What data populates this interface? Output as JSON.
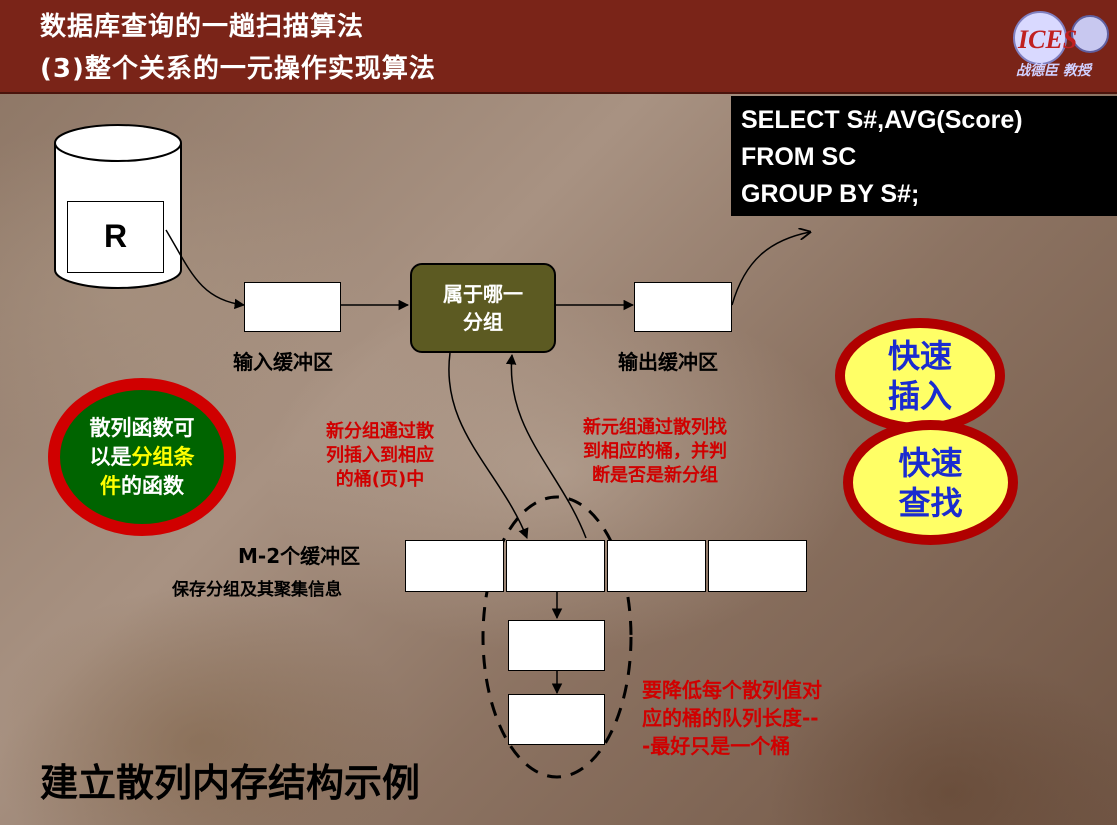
{
  "header": {
    "title_line1": "数据库查询的一趟扫描算法",
    "title_line2": "(3)整个关系的一元操作实现算法",
    "logo_text": "ICES",
    "logo_caption": "战德臣 教授"
  },
  "sql": {
    "line1": "SELECT S#,AVG(Score)",
    "line2": "FROM SC",
    "line3": "GROUP BY S#;"
  },
  "relation": {
    "label": "R"
  },
  "buffers": {
    "input_label": "输入缓冲区",
    "output_label": "输出缓冲区",
    "m2_label": "M-2个缓冲区",
    "m2_sublabel": "保存分组及其聚集信息"
  },
  "process": {
    "line1": "属于哪一",
    "line2": "分组"
  },
  "annotations": {
    "new_group_line1": "新分组通过散",
    "new_group_line2": "列插入到相应",
    "new_group_line3": "的桶(页)中",
    "new_tuple_line1": "新元组通过散列找",
    "new_tuple_line2": "到相应的桶，并判",
    "new_tuple_line3": "断是否是新分组",
    "reduce_line1": "要降低每个散列值对",
    "reduce_line2": "应的桶的队列长度--",
    "reduce_line3": "-最好只是一个桶"
  },
  "hash_bubble": {
    "line1": "散列函数可",
    "line2_prefix": "以是",
    "line2_highlight": "分组条",
    "line3_highlight": "件",
    "line3_suffix": "的函数"
  },
  "fast_insert": {
    "line1": "快速",
    "line2": "插入"
  },
  "fast_search": {
    "line1": "快速",
    "line2": "查找"
  },
  "footer": {
    "title": "建立散列内存结构示例"
  },
  "colors": {
    "header_bg": "#7a2418",
    "process_bg": "#5c5a22",
    "annotation_red": "#d00000",
    "bubble_green": "#006400",
    "bubble_yellow": "#ffff66",
    "bubble_text_blue": "#1a2bd0"
  }
}
